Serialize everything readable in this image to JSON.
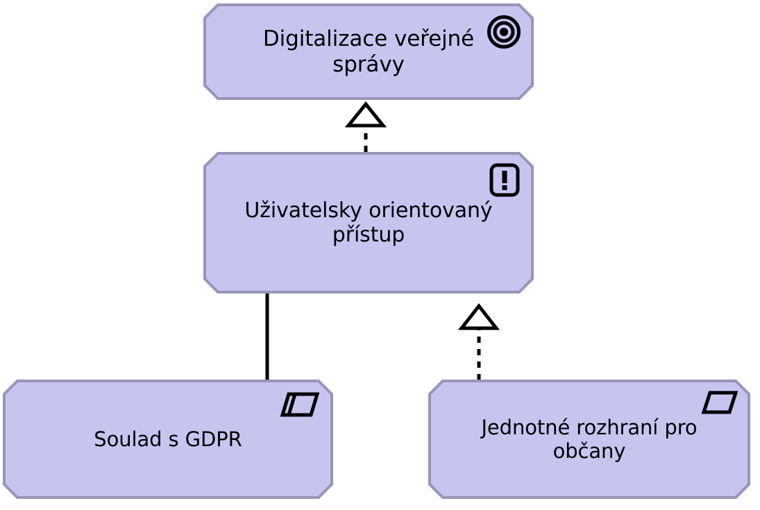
{
  "diagram": {
    "type": "archimate-motivation-diagram",
    "background_color": "#FFFFFF",
    "node_fill_color": "#C7C5F0",
    "node_border_color": "#9795B8",
    "line_color": "#000000",
    "text_color": "#000000"
  },
  "nodes": [
    {
      "id": "goal",
      "label": "Digitalizace veřejné správy",
      "element_type": "Goal",
      "icon": "goal-target-icon"
    },
    {
      "id": "principle",
      "label": "Uživatelsky orientovaný\npřístup",
      "element_type": "Principle",
      "icon": "principle-exclamation-icon"
    },
    {
      "id": "constraint",
      "label": "Soulad s GDPR",
      "element_type": "Constraint",
      "icon": "constraint-parallelogram-icon"
    },
    {
      "id": "requirement",
      "label": "Jednotné rozhraní pro\nobčany",
      "element_type": "Requirement",
      "icon": "requirement-parallelogram-icon"
    }
  ],
  "edges": [
    {
      "id": "edge-principle-realizes-goal",
      "from": "principle",
      "to": "goal",
      "relationship": "Realization",
      "style": "dashed",
      "arrowhead": "hollow-triangle"
    },
    {
      "id": "edge-constraint-association-principle",
      "from": "constraint",
      "to": "principle",
      "relationship": "Association",
      "style": "solid",
      "arrowhead": "none"
    },
    {
      "id": "edge-requirement-realizes-principle",
      "from": "requirement",
      "to": "principle",
      "relationship": "Realization",
      "style": "dashed",
      "arrowhead": "hollow-triangle"
    }
  ]
}
